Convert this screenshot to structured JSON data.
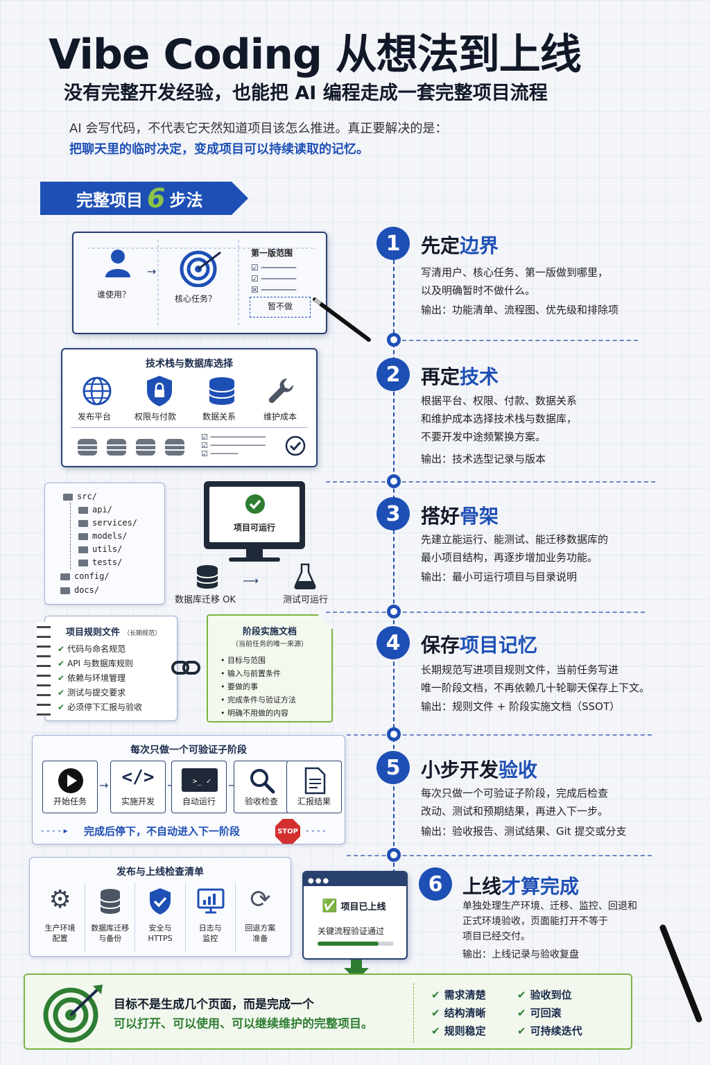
{
  "header": {
    "title_latin": "Vibe Coding",
    "title_cn": "从想法到上线",
    "subtitle": "没有完整开发经验，也能把 AI 编程走成一套完整项目流程",
    "intro_line1": "AI 会写代码，不代表它天然知道项目该怎么推进。真正要解决的是：",
    "intro_line2": "把聊天里的临时决定，变成项目可以持续读取的记忆。"
  },
  "banner": {
    "prefix": "完整项目",
    "number": "6",
    "suffix": "步法"
  },
  "steps": [
    {
      "num": "1",
      "title_black": "先定",
      "title_blue": "边界",
      "body": [
        "写清用户、核心任务、第一版做到哪里，",
        "以及明确暂时不做什么。"
      ],
      "output": "输出：功能清单、流程图、优先级和排除项"
    },
    {
      "num": "2",
      "title_black": "再定",
      "title_blue": "技术",
      "body": [
        "根据平台、权限、付款、数据关系",
        "和维护成本选择技术栈与数据库，",
        "不要开发中途频繁换方案。"
      ],
      "output": "输出：技术选型记录与版本"
    },
    {
      "num": "3",
      "title_black": "搭好",
      "title_blue": "骨架",
      "body": [
        "先建立能运行、能测试、能迁移数据库的",
        "最小项目结构，再逐步增加业务功能。"
      ],
      "output": "输出：最小可运行项目与目录说明"
    },
    {
      "num": "4",
      "title_black": "保存",
      "title_blue": "项目记忆",
      "body": [
        "长期规范写进项目规则文件，当前任务写进",
        "唯一阶段文档，不再依赖几十轮聊天保存上下文。"
      ],
      "output": "输出：规则文件 + 阶段实施文档（SSOT）"
    },
    {
      "num": "5",
      "title_black": "小步开发",
      "title_blue": "验收",
      "body": [
        "每次只做一个可验证子阶段，完成后检查",
        "改动、测试和预期结果，再进入下一步。"
      ],
      "output": "输出：验收报告、测试结果、Git 提交或分支"
    },
    {
      "num": "6",
      "title_black": "上线",
      "title_blue": "才算完成",
      "body": [
        "单独处理生产环境、迁移、监控、回退和",
        "正式环境验收，页面能打开不等于",
        "项目已经交付。"
      ],
      "output": "输出：上线记录与验收复盘"
    }
  ],
  "panel1": {
    "who": "谁使用？",
    "core": "核心任务？",
    "scope_title": "第一版范围",
    "not_now": "暂不做"
  },
  "panel2": {
    "title": "技术栈与数据库选择",
    "items": [
      "发布平台",
      "权限与付款",
      "数据关系",
      "维护成本"
    ]
  },
  "panel3": {
    "tree": [
      "src/",
      "api/",
      "services/",
      "models/",
      "utils/",
      "tests/",
      "config/",
      "docs/"
    ],
    "monitor": "项目可运行",
    "db": "数据库迁移 OK",
    "test": "测试可运行"
  },
  "panel4": {
    "rules_title": "项目规则文件",
    "rules_note": "（长期规范）",
    "rules": [
      "代码与命名规范",
      "API 与数据库规则",
      "依赖与环境管理",
      "测试与提交要求",
      "必须停下汇报与验收"
    ],
    "stage_title": "阶段实施文档",
    "stage_note": "（当前任务的唯一来源）",
    "stage": [
      "目标与范围",
      "输入与前置条件",
      "要做的事",
      "完成条件与验证方法",
      "明确不用做的内容"
    ]
  },
  "panel5": {
    "title": "每次只做一个可验证子阶段",
    "flow": [
      "开始任务",
      "实施开发",
      "自动运行",
      "验收检查",
      "汇报结果"
    ],
    "stop_line": "完成后停下，不自动进入下一阶段",
    "stop": "STOP"
  },
  "panel6": {
    "title": "发布与上线检查清单",
    "items": [
      [
        "生产环境",
        "配置"
      ],
      [
        "数据库迁移",
        "与备份"
      ],
      [
        "安全与",
        "HTTPS"
      ],
      [
        "日志与",
        "监控"
      ],
      [
        "回退方案",
        "准备"
      ]
    ],
    "live": "项目已上线",
    "verified": "关键流程验证通过"
  },
  "goal": {
    "line1": "目标不是生成几个页面，而是完成一个",
    "line2": "可以打开、可以使用、可以继续维护的完整项目。",
    "checks": [
      "需求清楚",
      "验收到位",
      "结构清晰",
      "可回滚",
      "规则稳定",
      "可持续迭代"
    ]
  },
  "colors": {
    "primary": "#1e4fb5",
    "accent_green": "#2e7d32",
    "stop_red": "#d32f2f"
  }
}
